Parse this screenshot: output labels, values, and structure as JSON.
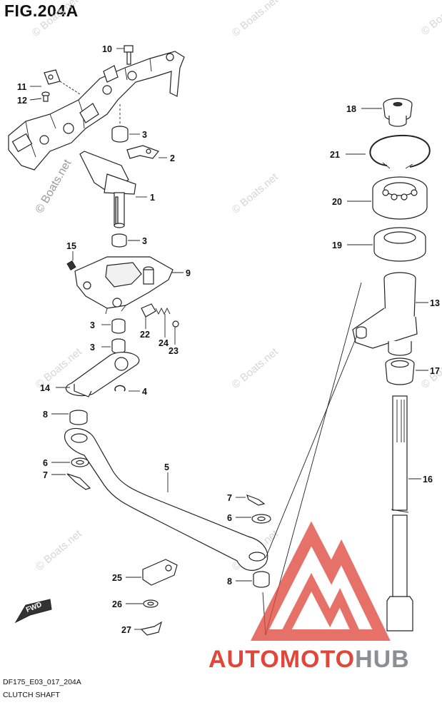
{
  "figure": {
    "title": "FIG.204A",
    "code": "DF175_E03_017_204A",
    "name": "CLUTCH SHAFT"
  },
  "watermark": {
    "text": "© Boats.net"
  },
  "brand": {
    "text": "AUTOMOTOHUB",
    "colors": {
      "red": "#e0473a",
      "gray": "#8a8f94",
      "triangle": "#e04a3f"
    }
  },
  "callouts": {
    "p1": "1",
    "p2": "2",
    "p3a": "3",
    "p3b": "3",
    "p3c": "3",
    "p3d": "3",
    "p4": "4",
    "p5": "5",
    "p6a": "6",
    "p6b": "6",
    "p7a": "7",
    "p7b": "7",
    "p8a": "8",
    "p8b": "8",
    "p9": "9",
    "p10": "10",
    "p11": "11",
    "p12": "12",
    "p13": "13",
    "p14": "14",
    "p15": "15",
    "p16": "16",
    "p17": "17",
    "p18": "18",
    "p19": "19",
    "p20": "20",
    "p21": "21",
    "p22": "22",
    "p23": "23",
    "p24": "24",
    "p25": "25",
    "p26": "26",
    "p27": "27"
  },
  "fwd_label": "FWD"
}
